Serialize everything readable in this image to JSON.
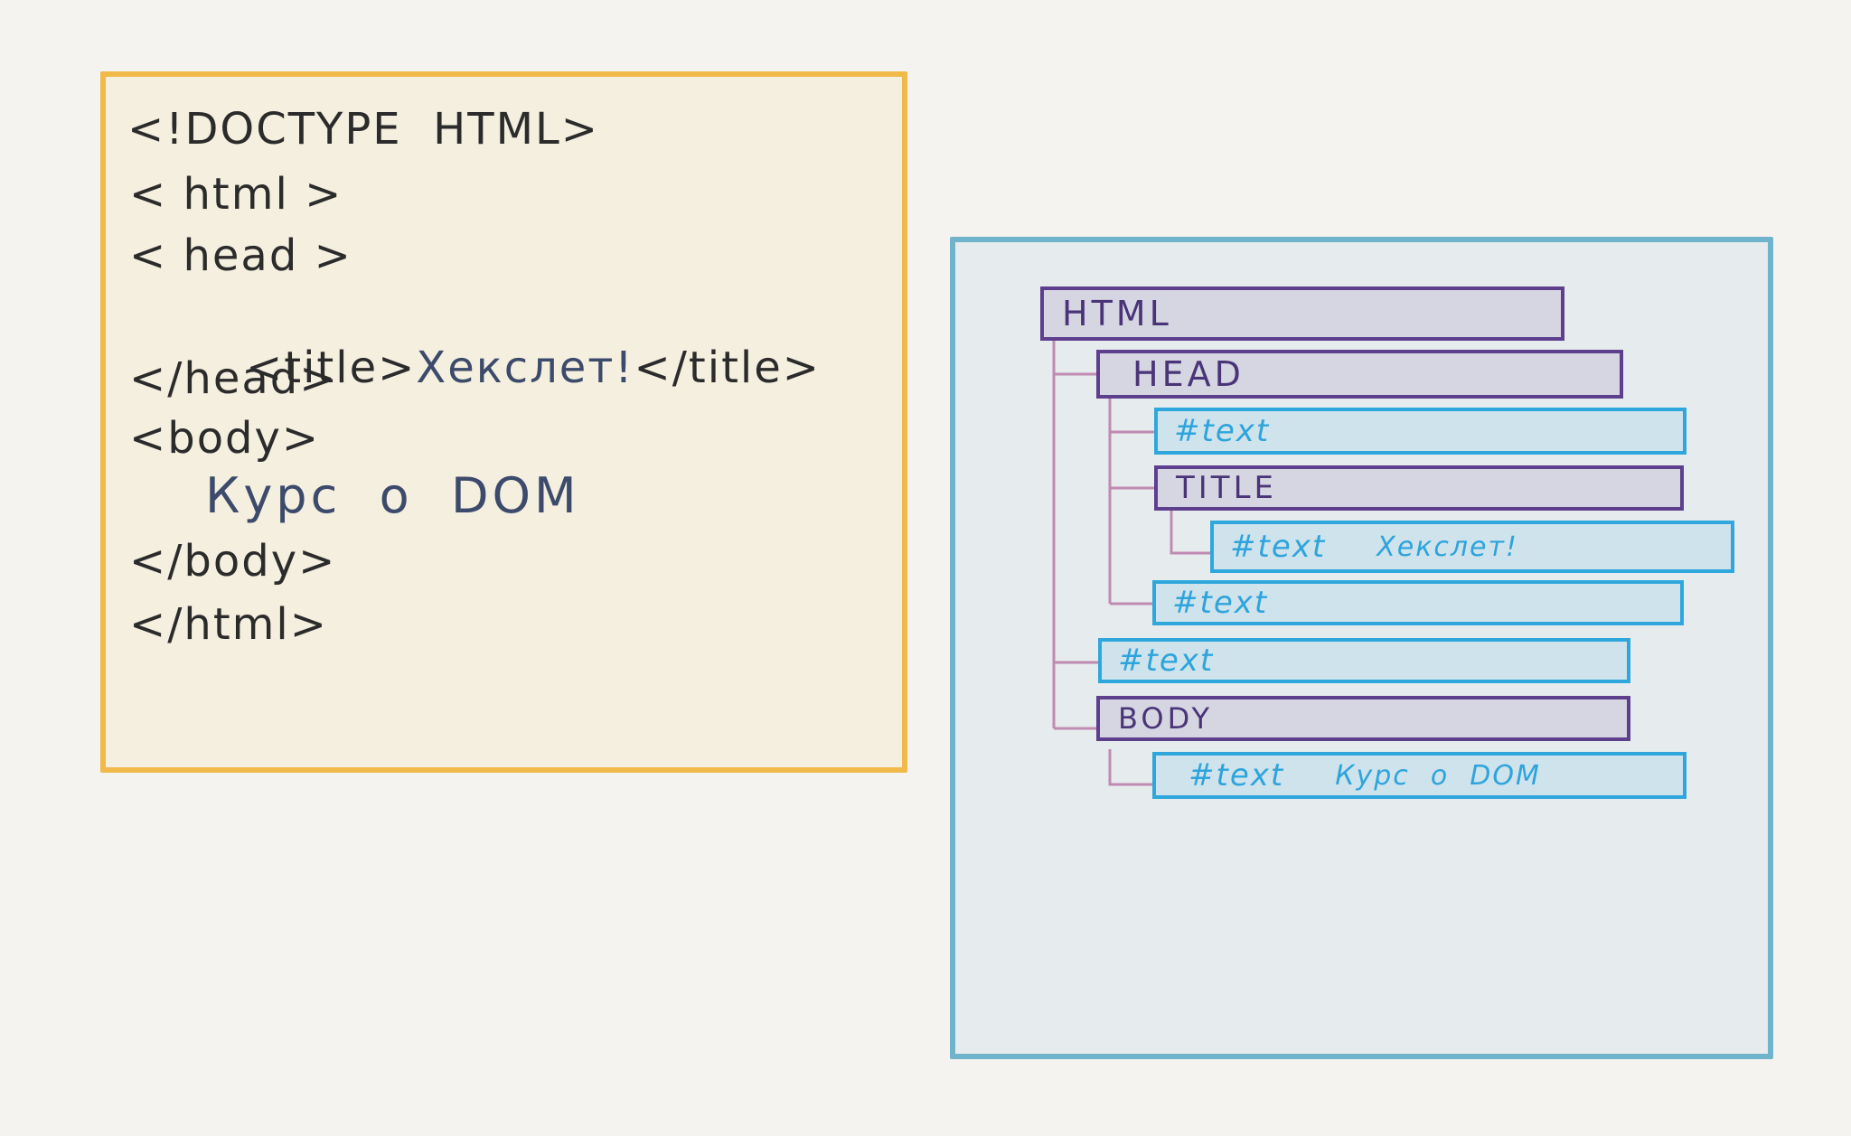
{
  "code": {
    "lines": [
      "<!DOCTYPE  HTML>",
      "< html >",
      "< head >",
      "<title>",
      "Хекслет!",
      "</title>",
      "</head>",
      "<body>",
      "Курс  о  DOM",
      "</body>",
      "</html>"
    ]
  },
  "dom": {
    "nodes": [
      {
        "label": "HTML"
      },
      {
        "label": "HEAD"
      },
      {
        "label": "#text"
      },
      {
        "label": "TITLE"
      },
      {
        "label": "#text",
        "value": "Хекслет!"
      },
      {
        "label": "#text"
      },
      {
        "label": "#text"
      },
      {
        "label": "BODY"
      },
      {
        "label": "#text",
        "value": "Курс  о  DOM"
      }
    ]
  },
  "colors": {
    "code_border": "#f0b94a",
    "code_background": "#f5efdf",
    "dom_border": "#6fb4cb",
    "dom_background": "#e6eced",
    "element_border": "#5d3f8e",
    "element_fill": "#d6d6e2",
    "text_border": "#2fa7dc",
    "text_fill": "#cfe3ec",
    "tree_lines": "#c08ab2"
  }
}
